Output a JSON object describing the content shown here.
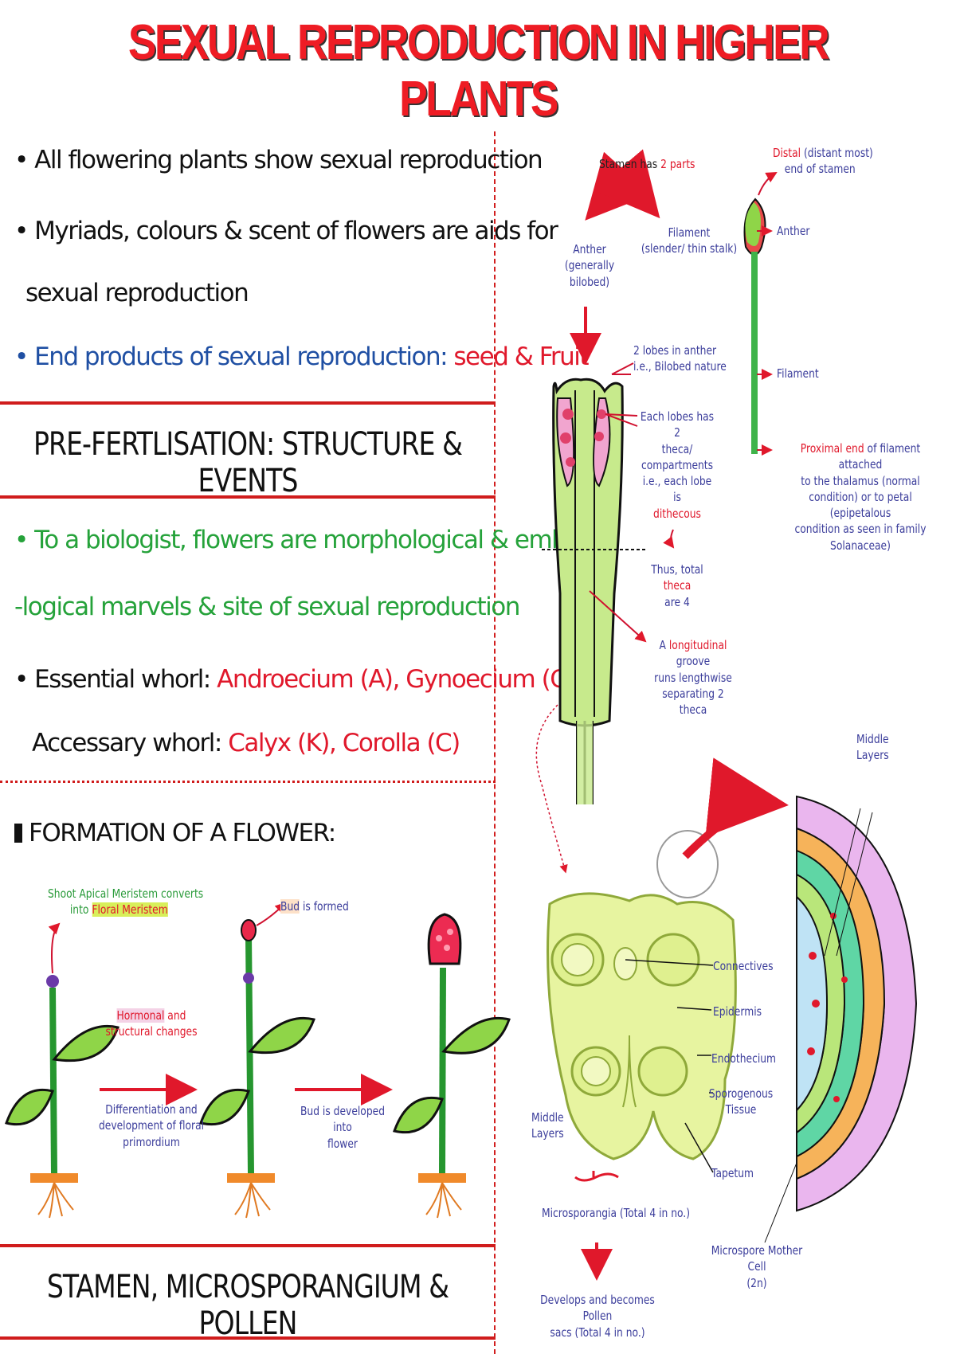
{
  "title": "SEXUAL REPRODUCTION IN HIGHER PLANTS",
  "intro": {
    "b1": "• All flowering plants show sexual reproduction",
    "b2a": "• Myriads, colours & scent of flowers are aids for",
    "b2b": "sexual reproduction",
    "b3_lead": "• End products of sexual reproduction: ",
    "b3_end": "seed & Fruit"
  },
  "sections": {
    "pre": "PRE-FERTLISATION: STRUCTURE & EVENTS",
    "stamen": "STAMEN, MICROSPORANGIUM & POLLEN"
  },
  "biology": {
    "l1": "• To a biologist, flowers are morphological & embryo-",
    "l2": "-logical marvels & site of sexual reproduction",
    "ess_lead": "• Essential whorl: ",
    "ess_val": "Androecium (A), Gynoecium (G)",
    "acc_lead": "Accessary whorl: ",
    "acc_val": "Calyx (K), Corolla (C)"
  },
  "formation": {
    "heading": "FORMATION OF A FLOWER:",
    "sam_a": "Shoot Apical Meristem converts",
    "sam_b": "into ",
    "sam_c": "Floral Meristem",
    "bud_a": "Bud",
    "bud_b": " is formed",
    "horm_a": "Hormonal",
    "horm_b": " and",
    "horm_c": "structural changes",
    "diff_a": "Differentiation and",
    "diff_b": "development of floral",
    "diff_c": "primordium",
    "dev_a": "Bud is developed into",
    "dev_b": "flower"
  },
  "stamen_diagram": {
    "parts_a": "Stamen has ",
    "parts_b": "2 parts",
    "anther_a": "Anther",
    "anther_b": "(generally bilobed)",
    "fil_a": "Filament",
    "fil_b": "(slender/ thin stalk)",
    "distal_a": "Distal",
    "distal_b": " (distant most)",
    "distal_c": "end of stamen",
    "anther_side": "Anther",
    "filament_side": "Filament",
    "prox_a": "Proximal end",
    "prox_b": " of filament attached",
    "prox_c": "to the thalamus (normal",
    "prox_d": "condition) or to petal (epipetalous",
    "prox_e": "condition as seen in family",
    "prox_f": "Solanaceae)",
    "lobes_a": "2 lobes in anther",
    "lobes_b": "i.e., Bilobed nature",
    "theca_a": "Each lobes has 2",
    "theca_b": "theca/ compartments",
    "theca_c": "i.e., each lobe is",
    "theca_d": "dithecous",
    "total_a": "Thus, total ",
    "total_b": "theca",
    "total_c": "are 4",
    "groove_a": "A ",
    "groove_b": "longitudinal",
    "groove_c": " groove",
    "groove_d": "runs lengthwise",
    "groove_e": "separating 2 theca"
  },
  "micro": {
    "connectives": "Connectives",
    "epidermis": "Epidermis",
    "endothecium": "Endothecium",
    "sporo_a": "Sporogenous",
    "sporo_b": "Tissue",
    "tapetum": "Tapetum",
    "middle_a": "Middle",
    "middle_b": "Layers",
    "middle_r_a": "Middle",
    "middle_r_b": "Layers",
    "msp": "Microsporangia (Total 4 in no.)",
    "dev_a": "Develops and becomes Pollen",
    "dev_b": "sacs (Total 4 in no.)",
    "mmc_a": "Microspore Mother Cell",
    "mmc_b": "(2n)"
  },
  "colors": {
    "title": "#ee1c24",
    "accent_red": "#e0182b",
    "section_rule": "#d01c1c",
    "label_purple": "#3b3d9b",
    "plant_green": "#2aa03a",
    "anther_green": "#c7ea8c"
  }
}
